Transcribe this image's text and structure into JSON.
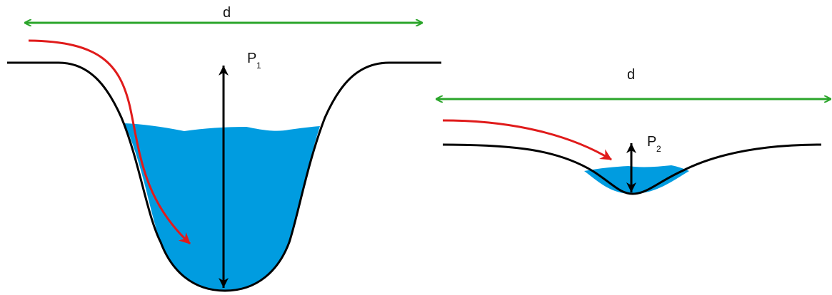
{
  "colors": {
    "water": "#009ce0",
    "ground": "#000000",
    "width_arrow": "#2aa52a",
    "flow_arrow": "#e01b1b",
    "depth_arrow": "#000000"
  },
  "channel_left": {
    "width_label": "d",
    "depth_label": "P",
    "depth_subscript": "1"
  },
  "channel_right": {
    "width_label": "d",
    "depth_label": "P",
    "depth_subscript": "2"
  }
}
